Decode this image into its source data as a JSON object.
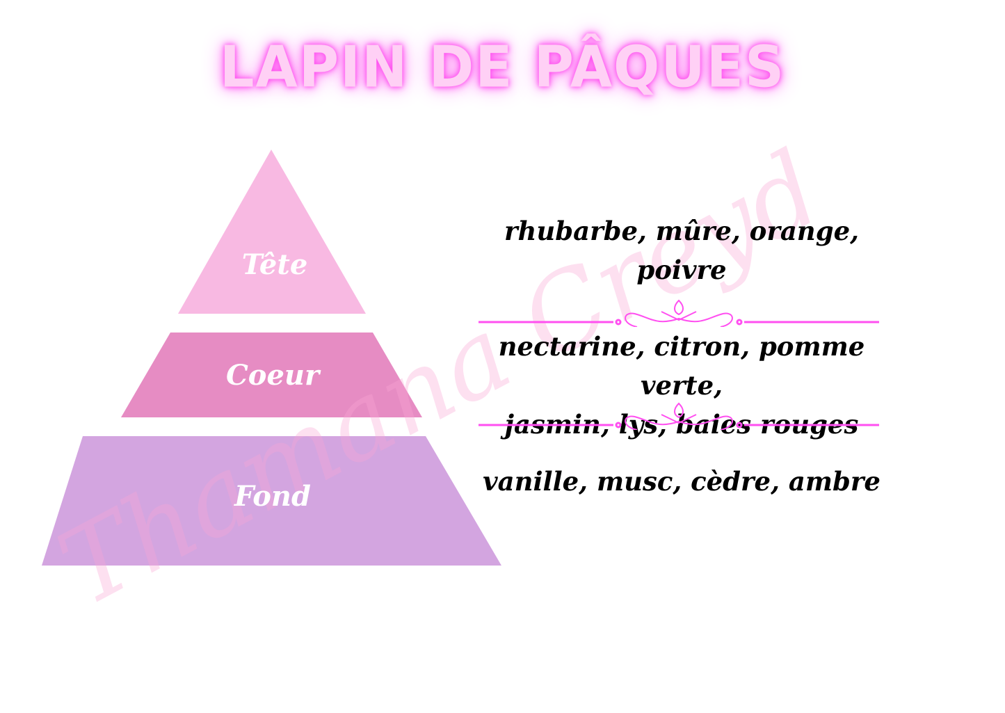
{
  "title": "LAPIN DE PÂQUES",
  "pyramid": {
    "top": {
      "label": "Tête",
      "color": "#f8b9e2",
      "notes": [
        "rhubarbe, mûre, orange,",
        "poivre"
      ]
    },
    "heart": {
      "label": "Coeur",
      "color": "#e68cc3",
      "notes": [
        "nectarine, citron, pomme verte,",
        "jasmin, lys, baies rouges"
      ]
    },
    "base": {
      "label": "Fond",
      "color": "#d3a5e0",
      "notes": [
        "vanille, musc, cèdre, ambre"
      ]
    }
  },
  "watermark": "Thamana Creyd",
  "colors": {
    "accent": "#ff4ff0",
    "title_fill": "#ffd0f5"
  }
}
